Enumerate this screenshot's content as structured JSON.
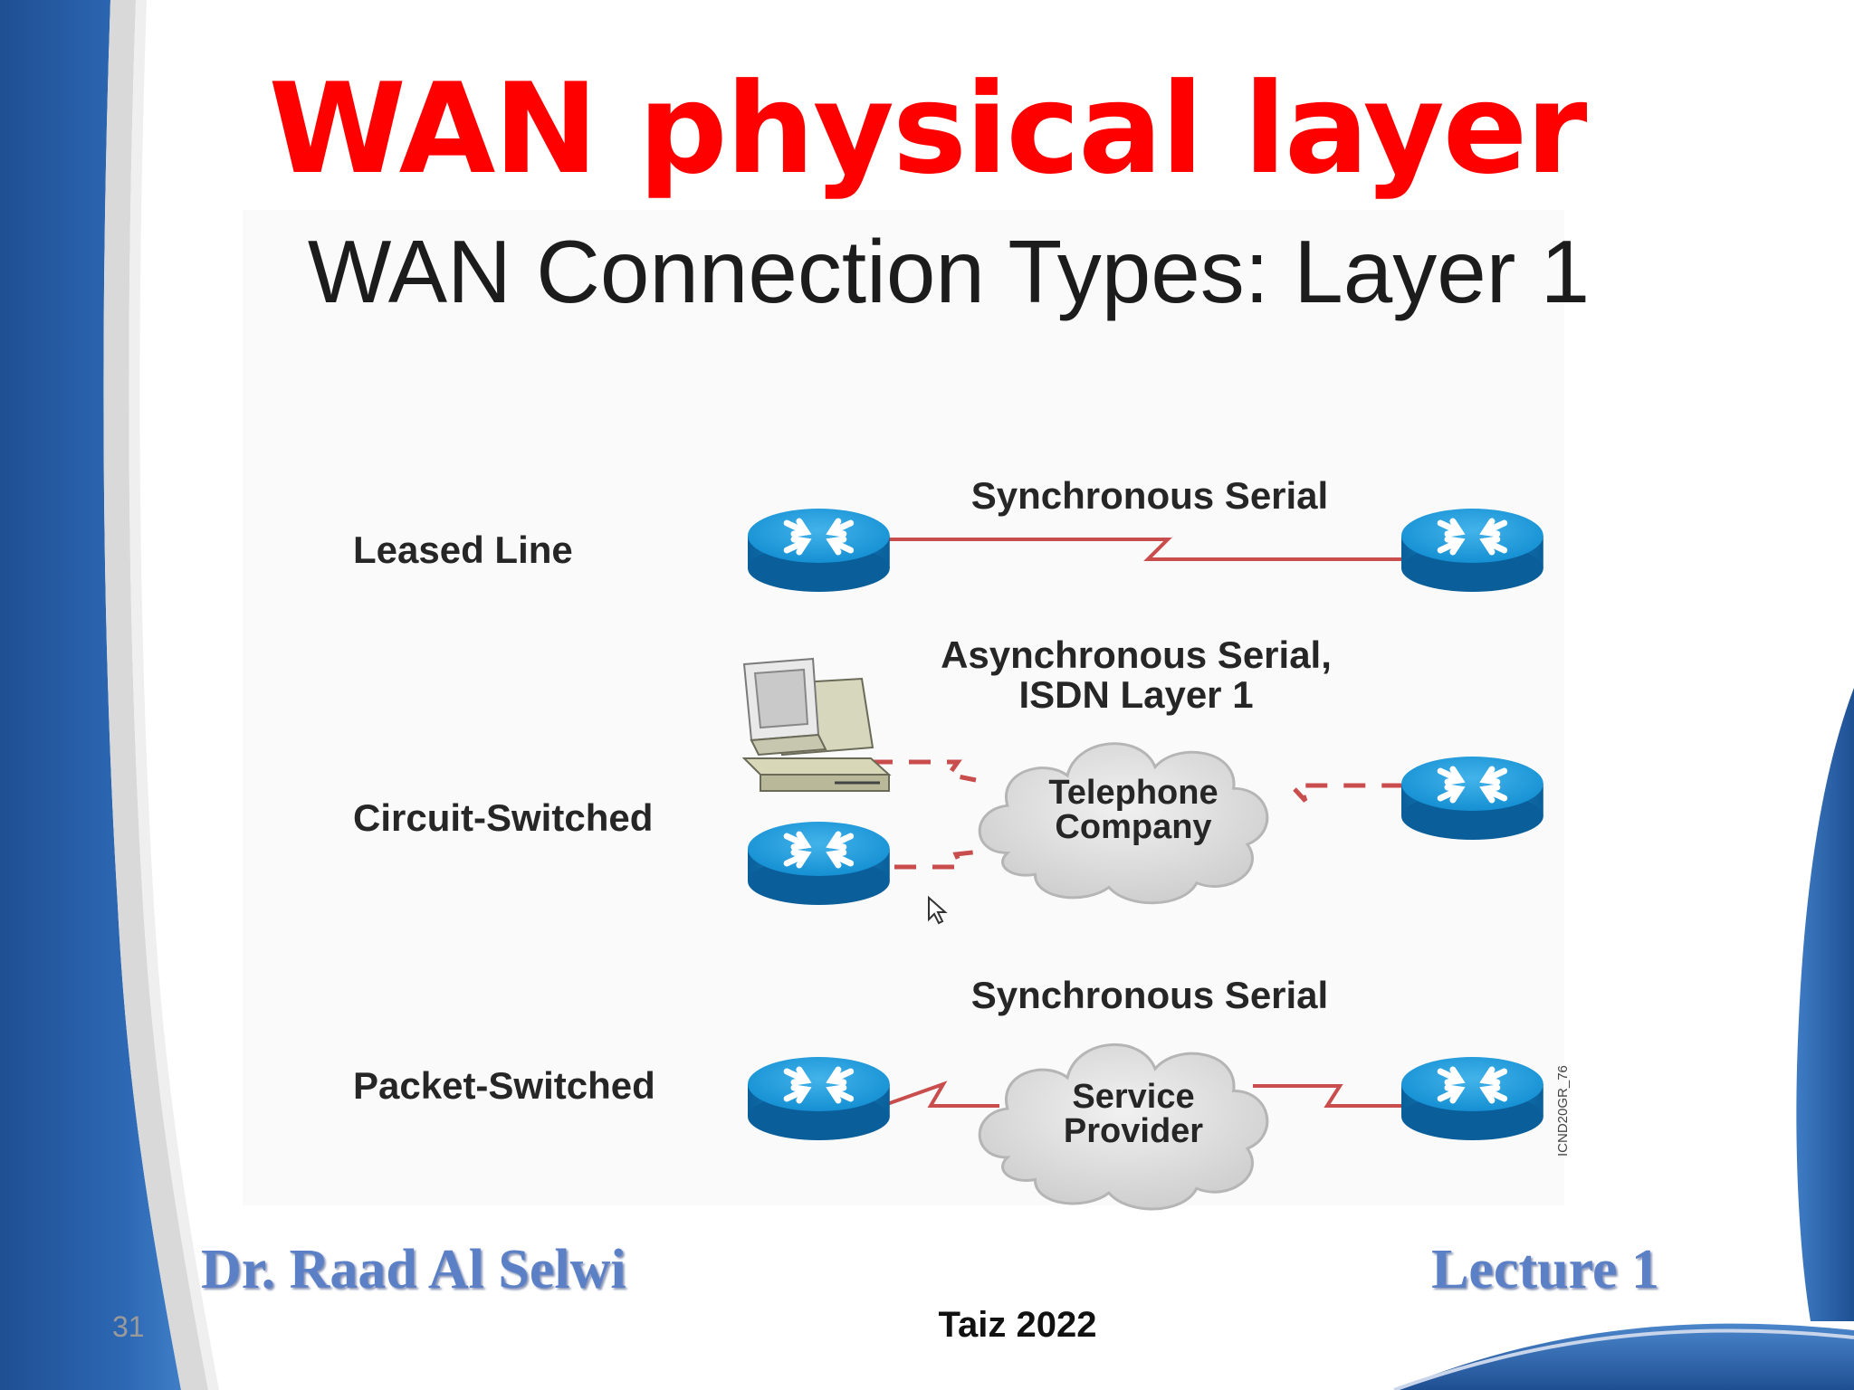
{
  "slide": {
    "title": "WAN physical layer",
    "number": "31",
    "colors": {
      "title": "#ff0000",
      "frame_blue": "#2a5ea6",
      "footer_text": "#5b80c6",
      "link_red": "#c94d4d"
    }
  },
  "diagram": {
    "heading": "WAN Connection Types: Layer 1",
    "code": "ICND20GR_76",
    "rows": [
      {
        "label": "Leased Line",
        "link_label": "Synchronous Serial",
        "icons": [
          "router-icon",
          "router-icon"
        ]
      },
      {
        "label": "Circuit-Switched",
        "link_label_line1": "Asynchronous Serial,",
        "link_label_line2": "ISDN Layer 1",
        "cloud_line1": "Telephone",
        "cloud_line2": "Company",
        "icons": [
          "computer-icon",
          "router-icon",
          "cloud-icon",
          "router-icon"
        ]
      },
      {
        "label": "Packet-Switched",
        "link_label": "Synchronous Serial",
        "cloud_line1": "Service",
        "cloud_line2": "Provider",
        "icons": [
          "router-icon",
          "cloud-icon",
          "router-icon"
        ]
      }
    ]
  },
  "footer": {
    "author": "Dr. Raad Al Selwi",
    "lecture": "Lecture 1",
    "place": "Taiz 2022"
  }
}
